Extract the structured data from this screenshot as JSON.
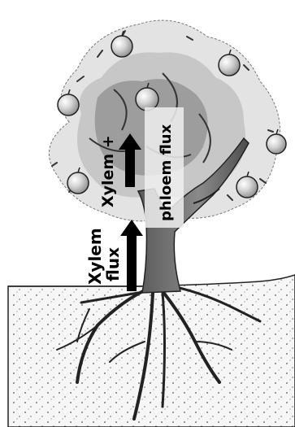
{
  "labels": {
    "xylem_flux_line1": "Xylem",
    "xylem_flux_line2": "flux",
    "xylem_plus": "Xylem +",
    "phloem_flux": "phloem flux"
  },
  "colors": {
    "background": "#ffffff",
    "soil": "#f4f4f4",
    "trunk": "#6f6f6f",
    "canopy_dark": "#4a4a4a",
    "canopy_light": "#cfcfcf",
    "fruit": "#bdbdbd",
    "arrow": "#000000"
  }
}
